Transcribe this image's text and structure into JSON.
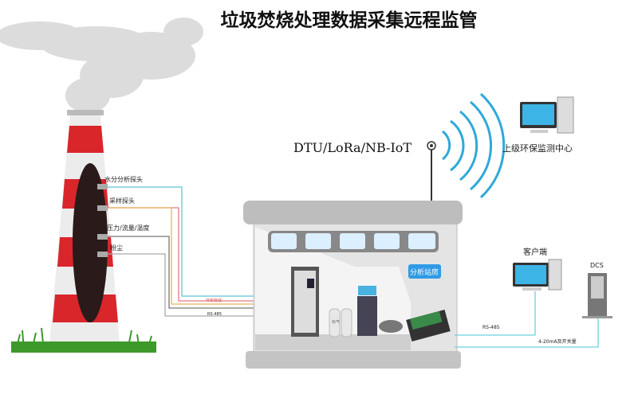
{
  "title": "垃圾焚烧处理数据采集远程监管",
  "transmission": "DTU/LoRa/NB-IoT",
  "upper_center": "上级环保监测中心",
  "probes": [
    "水分分析探头",
    "采样探头",
    "压力/流量/温度",
    "粉尘"
  ],
  "lines": {
    "heat_trace": "伴热管线",
    "rs485_left": "RS-485",
    "rs485_right": "RS-485",
    "analog": "4-20mA及开关量"
  },
  "station_label": "分析站房",
  "gas_cylinder": "标气",
  "client": "客户端",
  "dcs": "DCS",
  "colors": {
    "chimney_red": "#d9262b",
    "line_cyan": "#5cc5d6",
    "line_pink": "#e07a86",
    "line_orange": "#e8b45c",
    "line_gray": "#888888",
    "station_blue": "#2f9be6"
  }
}
